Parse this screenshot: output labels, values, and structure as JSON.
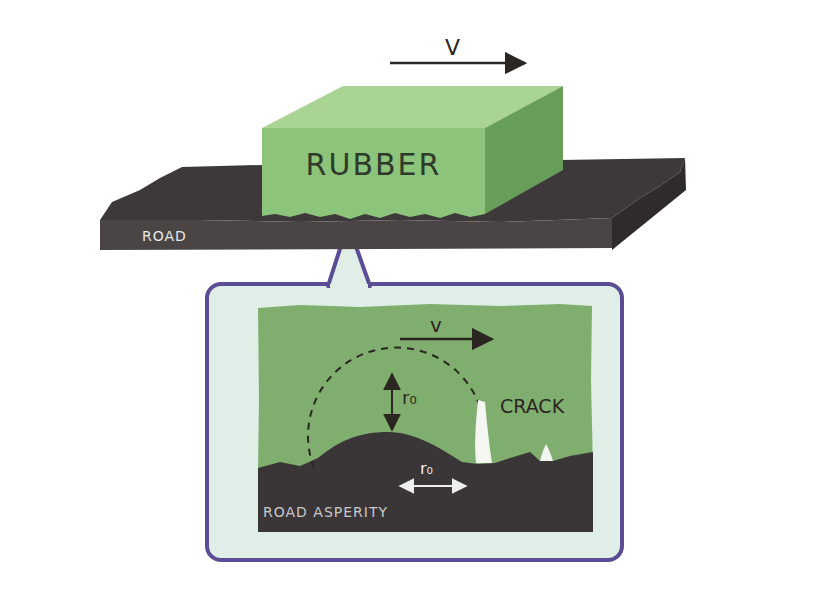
{
  "diagram": {
    "nodes": [
      {
        "text": [
          "RUBBER"
        ]
      },
      {
        "text": [
          "ROAD"
        ]
      },
      {
        "text": [
          "ROAD ASPERITY"
        ]
      }
    ],
    "labels": [
      "V",
      "v",
      "r₀",
      "CRACK",
      "r₀"
    ]
  }
}
